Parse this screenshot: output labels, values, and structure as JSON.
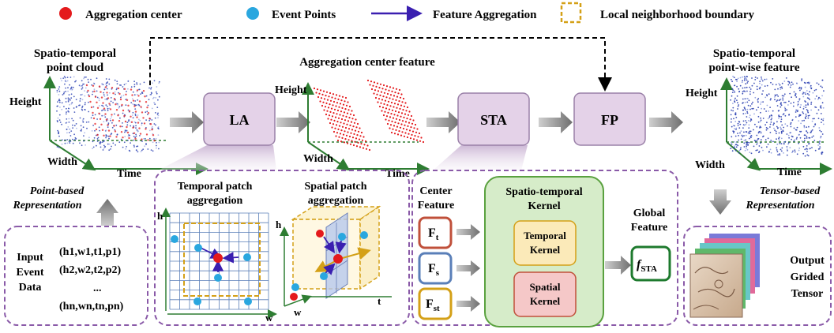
{
  "legend": {
    "aggregation_center": "Aggregation center",
    "event_points": "Event  Points",
    "feature_aggregation": "Feature Aggregation",
    "local_boundary": "Local neighborhood boundary"
  },
  "titles": {
    "point_cloud": [
      "Spatio-temporal",
      "point cloud"
    ],
    "agg_center_feature": "Aggregation center feature",
    "pointwise_feature": [
      "Spatio-temporal",
      "point-wise feature"
    ]
  },
  "axes": {
    "height": "Height",
    "width": "Width",
    "time": "Time"
  },
  "modules": {
    "la": "LA",
    "sta": "STA",
    "fp": "FP"
  },
  "side_labels": {
    "point_based": [
      "Point-based",
      "Representation"
    ],
    "tensor_based": [
      "Tensor-based",
      "Representation"
    ]
  },
  "input": {
    "label": [
      "Input",
      "Event",
      "Data"
    ],
    "tuples": [
      "(h1,w1,t1,p1)",
      "(h2,w2,t2,p2)",
      "...",
      "(hn,wn,tn,pn)"
    ]
  },
  "la_panel": {
    "temporal_title": [
      "Temporal patch",
      "aggregation"
    ],
    "spatial_title": [
      "Spatial patch",
      "aggregation"
    ],
    "axis_h": "h",
    "axis_w": "w",
    "axis_t": "t"
  },
  "sta_panel": {
    "center_feature": [
      "Center",
      "Feature"
    ],
    "kernel_title": [
      "Spatio-temporal",
      "Kernel"
    ],
    "temporal_kernel": [
      "Temporal",
      "Kernel"
    ],
    "spatial_kernel": [
      "Spatial",
      "Kernel"
    ],
    "global_feature": [
      "Global",
      "Feature"
    ],
    "f_t": "F_t",
    "f_s": "F_s",
    "f_st": "F_st",
    "f_sta": "f_STA"
  },
  "output": {
    "label": [
      "Output",
      "Grided",
      "Tensor"
    ]
  },
  "colors": {
    "red_point": "#e41a1c",
    "blue_point": "#2aa7df",
    "arrow": "#3a1fb0",
    "dashed_orange": "#d4a017",
    "dashed_purple": "#8a5aa8",
    "module_fill": "#e4d2e8",
    "kernel_fill": "#d6ecc9",
    "kernel_stroke": "#5aa13f"
  }
}
